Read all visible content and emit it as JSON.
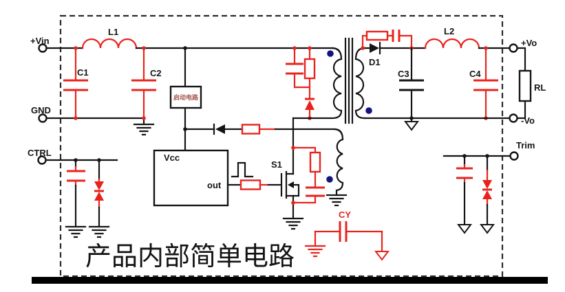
{
  "title": "产品内部简单电路",
  "labels": {
    "vin": "+Vin",
    "gnd": "GND",
    "ctrl": "CTRL",
    "vo_pos": "+Vo",
    "vo_neg": "-Vo",
    "trim": "Trim",
    "l1": "L1",
    "l2": "L2",
    "c1": "C1",
    "c2": "C2",
    "c3": "C3",
    "c4": "C4",
    "d1": "D1",
    "rl": "RL",
    "s1": "S1",
    "cy": "CY",
    "startup": "启动电路",
    "vcc": "Vcc",
    "out": "out"
  },
  "colors": {
    "wire": "#141414",
    "accent": "#e8231c",
    "winding_dot": "#14147a",
    "startup_text": "#a7544e"
  }
}
